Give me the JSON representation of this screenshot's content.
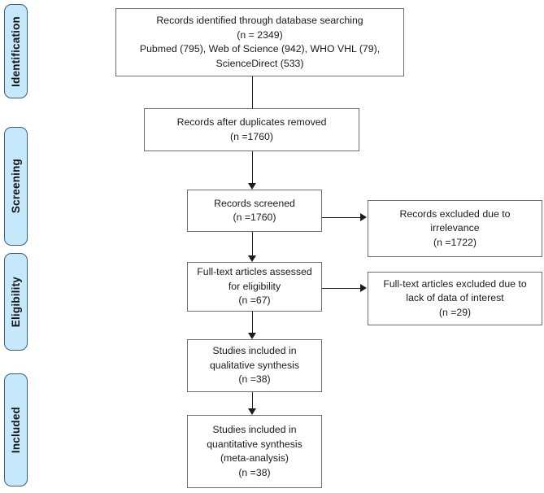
{
  "diagram": {
    "type": "prisma-flow-diagram",
    "accent_color": "#c5e8fb",
    "tab_border_color": "#3a5f7d",
    "box_border_color": "#6e6e6e",
    "connector_color": "#1c1c1c",
    "phases": [
      {
        "id": "identification",
        "label": "Identification"
      },
      {
        "id": "screening",
        "label": "Screening"
      },
      {
        "id": "eligibility",
        "label": "Eligibility"
      },
      {
        "id": "included",
        "label": "Included"
      }
    ],
    "boxes": {
      "records_identified": {
        "text": "Records identified through database searching\n(n = 2349)\nPubmed (795), Web of Science (942), WHO VHL (79),\nScienceDirect (533)"
      },
      "records_after_duplicates": {
        "text": "Records after duplicates removed\n(n =1760)"
      },
      "records_screened": {
        "text": "Records screened\n(n =1760)"
      },
      "records_excluded": {
        "text": "Records excluded due to\nirrelevance\n(n =1722)"
      },
      "fulltext_assessed": {
        "text": "Full-text articles assessed\nfor eligibility\n(n =67)"
      },
      "fulltext_excluded": {
        "text": "Full-text articles excluded due to\nlack of data of interest\n(n =29)"
      },
      "qualitative_synthesis": {
        "text": "Studies included in\nqualitative synthesis\n(n =38)"
      },
      "quantitative_synthesis": {
        "text": "Studies included in\nquantitative synthesis\n(meta-analysis)\n(n =38)"
      }
    },
    "counts": {
      "identified_total": 2349,
      "pubmed": 795,
      "web_of_science": 942,
      "who_vhl": 79,
      "science_direct": 533,
      "after_duplicates": 1760,
      "screened": 1760,
      "excluded_irrelevance": 1722,
      "fulltext_assessed": 67,
      "fulltext_excluded": 29,
      "qualitative_included": 38,
      "quantitative_included": 38
    }
  }
}
